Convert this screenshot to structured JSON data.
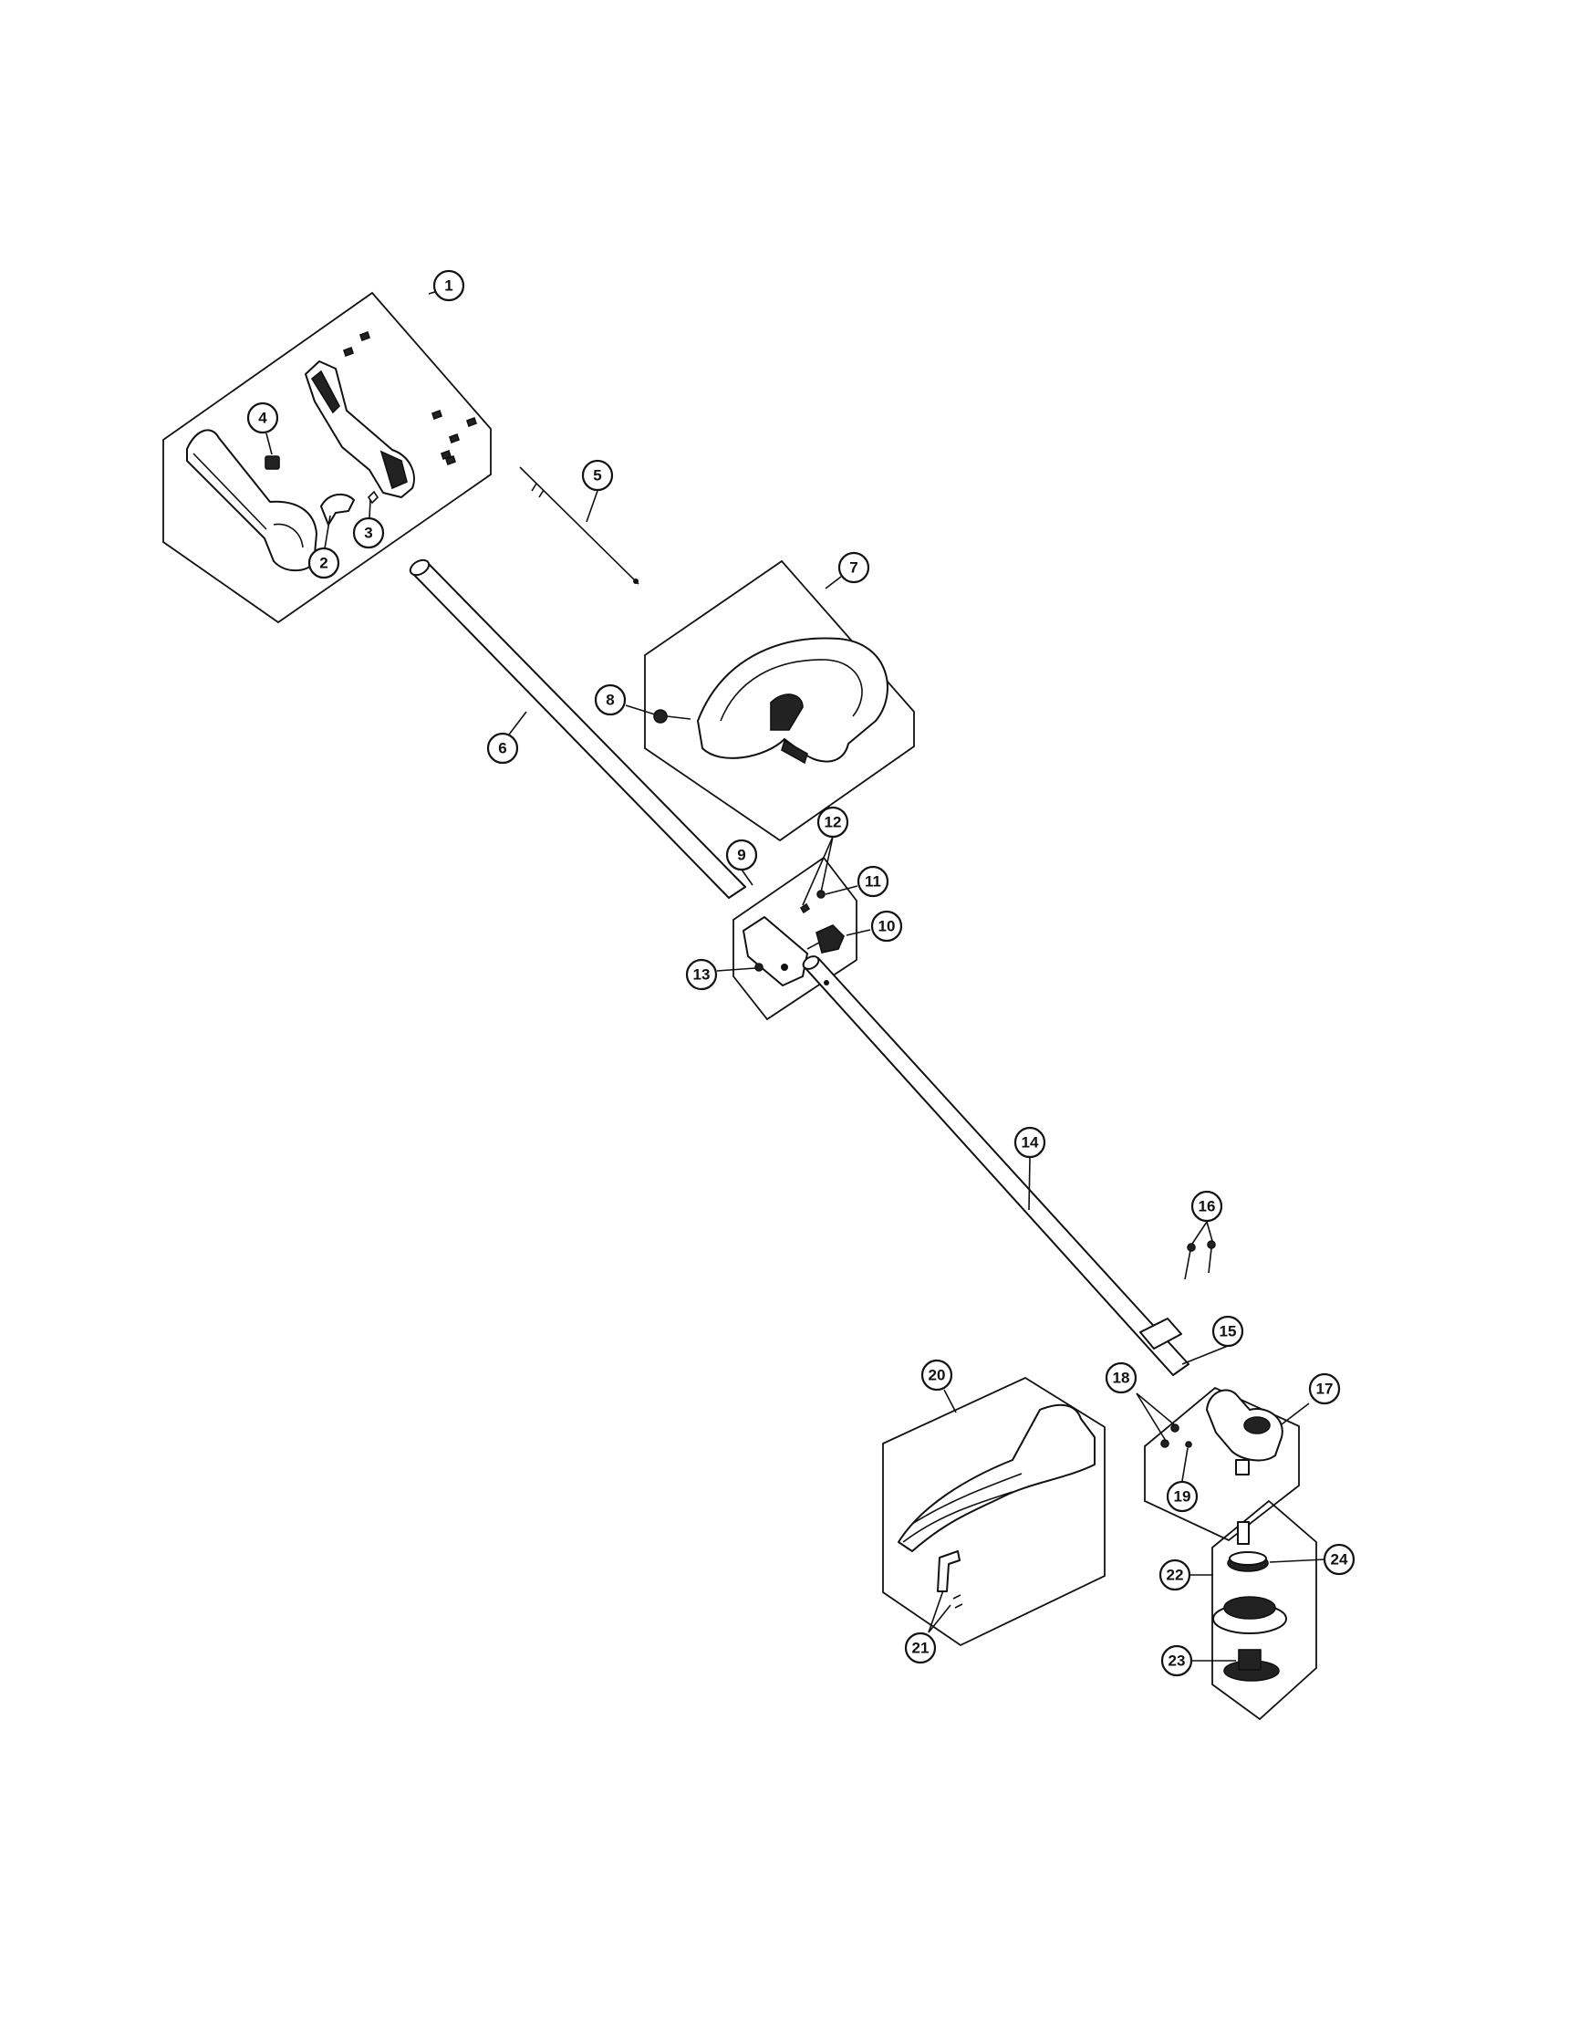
{
  "callouts": [
    {
      "id": "1",
      "label": "1"
    },
    {
      "id": "2",
      "label": "2"
    },
    {
      "id": "3",
      "label": "3"
    },
    {
      "id": "4",
      "label": "4"
    },
    {
      "id": "5",
      "label": "5"
    },
    {
      "id": "6",
      "label": "6"
    },
    {
      "id": "7",
      "label": "7"
    },
    {
      "id": "8",
      "label": "8"
    },
    {
      "id": "9",
      "label": "9"
    },
    {
      "id": "10",
      "label": "10"
    },
    {
      "id": "11",
      "label": "11"
    },
    {
      "id": "12",
      "label": "12"
    },
    {
      "id": "13",
      "label": "13"
    },
    {
      "id": "14",
      "label": "14"
    },
    {
      "id": "15",
      "label": "15"
    },
    {
      "id": "16",
      "label": "16"
    },
    {
      "id": "17",
      "label": "17"
    },
    {
      "id": "18",
      "label": "18"
    },
    {
      "id": "19",
      "label": "19"
    },
    {
      "id": "20",
      "label": "20"
    },
    {
      "id": "21",
      "label": "21"
    },
    {
      "id": "22",
      "label": "22"
    },
    {
      "id": "23",
      "label": "23"
    },
    {
      "id": "24",
      "label": "24"
    }
  ],
  "colors": {
    "ink": "#111111",
    "paper": "#ffffff"
  }
}
